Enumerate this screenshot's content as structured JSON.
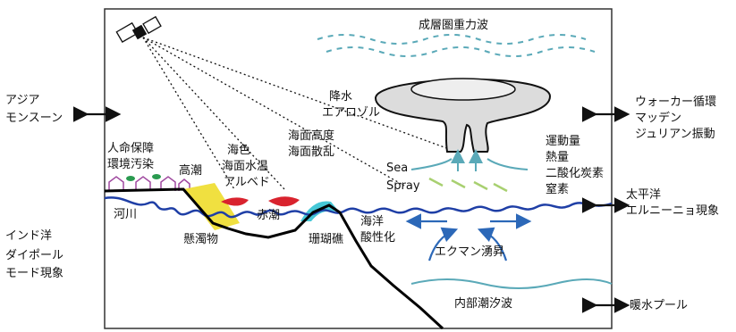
{
  "labels": {
    "stratosphere_gravity_wave": "成層圏重力波",
    "rain": "降水",
    "aerosol": "エアロゾル",
    "sea_surface_height": "海面高度",
    "sea_surface_scattering": "海面散乱",
    "ocean_color": "海色",
    "sea_surface_temperature": "海面水温",
    "albedo": "アルベド",
    "human_life": "人命保障",
    "environmental_pollution": "環境汚染",
    "storm_surge": "高潮",
    "river": "河川",
    "red_tide": "赤潮",
    "suspended_matter": "懸濁物",
    "coral_reef": "珊瑚礁",
    "ocean_acidification_1": "海洋",
    "ocean_acidification_2": "酸性化",
    "ekman_upwelling": "エクマン湧昇",
    "internal_tide": "内部潮汐波",
    "sea_spray_1": "Sea",
    "sea_spray_2": "Spray",
    "momentum": "運動量",
    "heat": "熱量",
    "co2": "二酸化炭素",
    "nitrogen": "窒素"
  },
  "outside_labels": {
    "asian_monsoon_1": "アジア",
    "asian_monsoon_2": "モンスーン",
    "walker_1": "ウォーカー循環",
    "walker_2": "マッデン",
    "walker_3": "ジュリアン振動",
    "pacific_1": "太平洋",
    "pacific_2": "エルニーニョ現象",
    "indian_1": "インド洋",
    "indian_2": "ダイポール",
    "indian_3": "モード現象",
    "warm_pool": "暖水プール"
  },
  "colors": {
    "sea_surface": "#1f3fa6",
    "wave_light": "#5aa9b8",
    "red_tide": "#d9232e",
    "suspended": "#f0e040",
    "coral": "#46c7d6",
    "spray": "#a8d070",
    "seabed": "#000000",
    "cloud_fill": "#dcdcdc",
    "arrow_blue": "#2c68b8",
    "house": "#a04aa0",
    "tree": "#2a9a50"
  }
}
